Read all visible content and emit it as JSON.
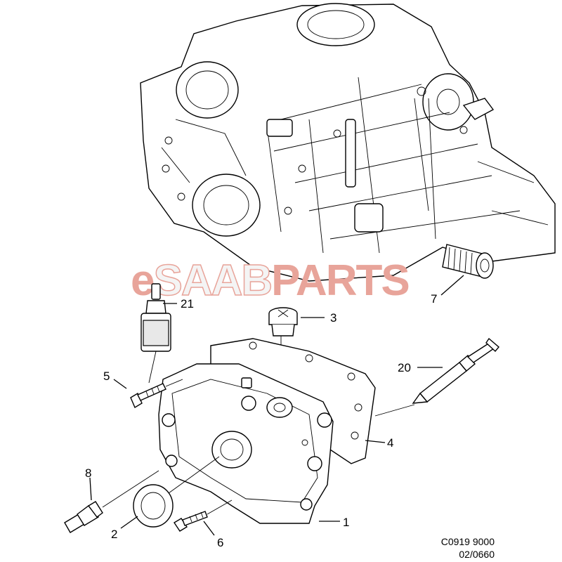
{
  "watermark": {
    "prefix": "e",
    "brand": "SAAB",
    "suffix": "PARTS",
    "colors": {
      "prefix": "#e8a49a",
      "brand": "#f4f4f4",
      "brand_stroke": "#e8a49a",
      "suffix": "#e8a49a"
    }
  },
  "callouts": [
    "1",
    "2",
    "3",
    "4",
    "5",
    "6",
    "7",
    "8",
    "20",
    "21"
  ],
  "drawing_code": "C0919 9000",
  "drawing_date": "02/0660"
}
